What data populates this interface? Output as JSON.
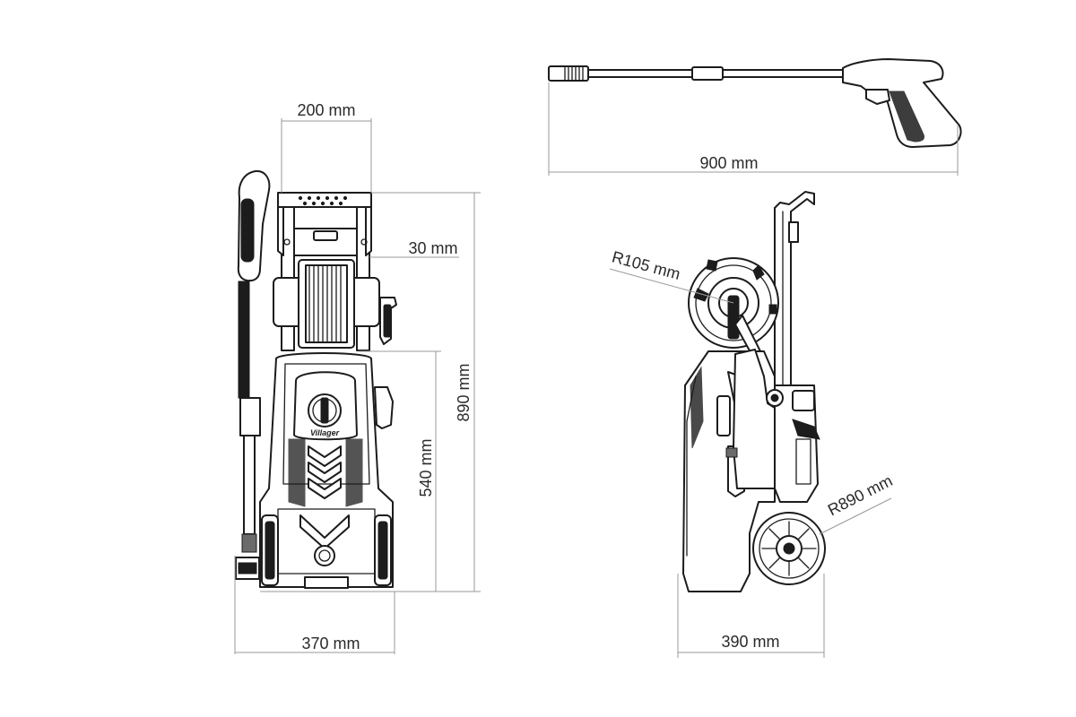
{
  "dimensions": {
    "front_top_width": "200 mm",
    "front_reel_offset": "30 mm",
    "front_total_height": "890 mm",
    "front_body_height": "540 mm",
    "front_base_width": "370 mm",
    "lance_length": "900 mm",
    "side_reel_radius": "R105 mm",
    "side_wheel_radius": "R890 mm",
    "side_base_depth": "390 mm"
  },
  "brand": {
    "logo": "Villager"
  }
}
